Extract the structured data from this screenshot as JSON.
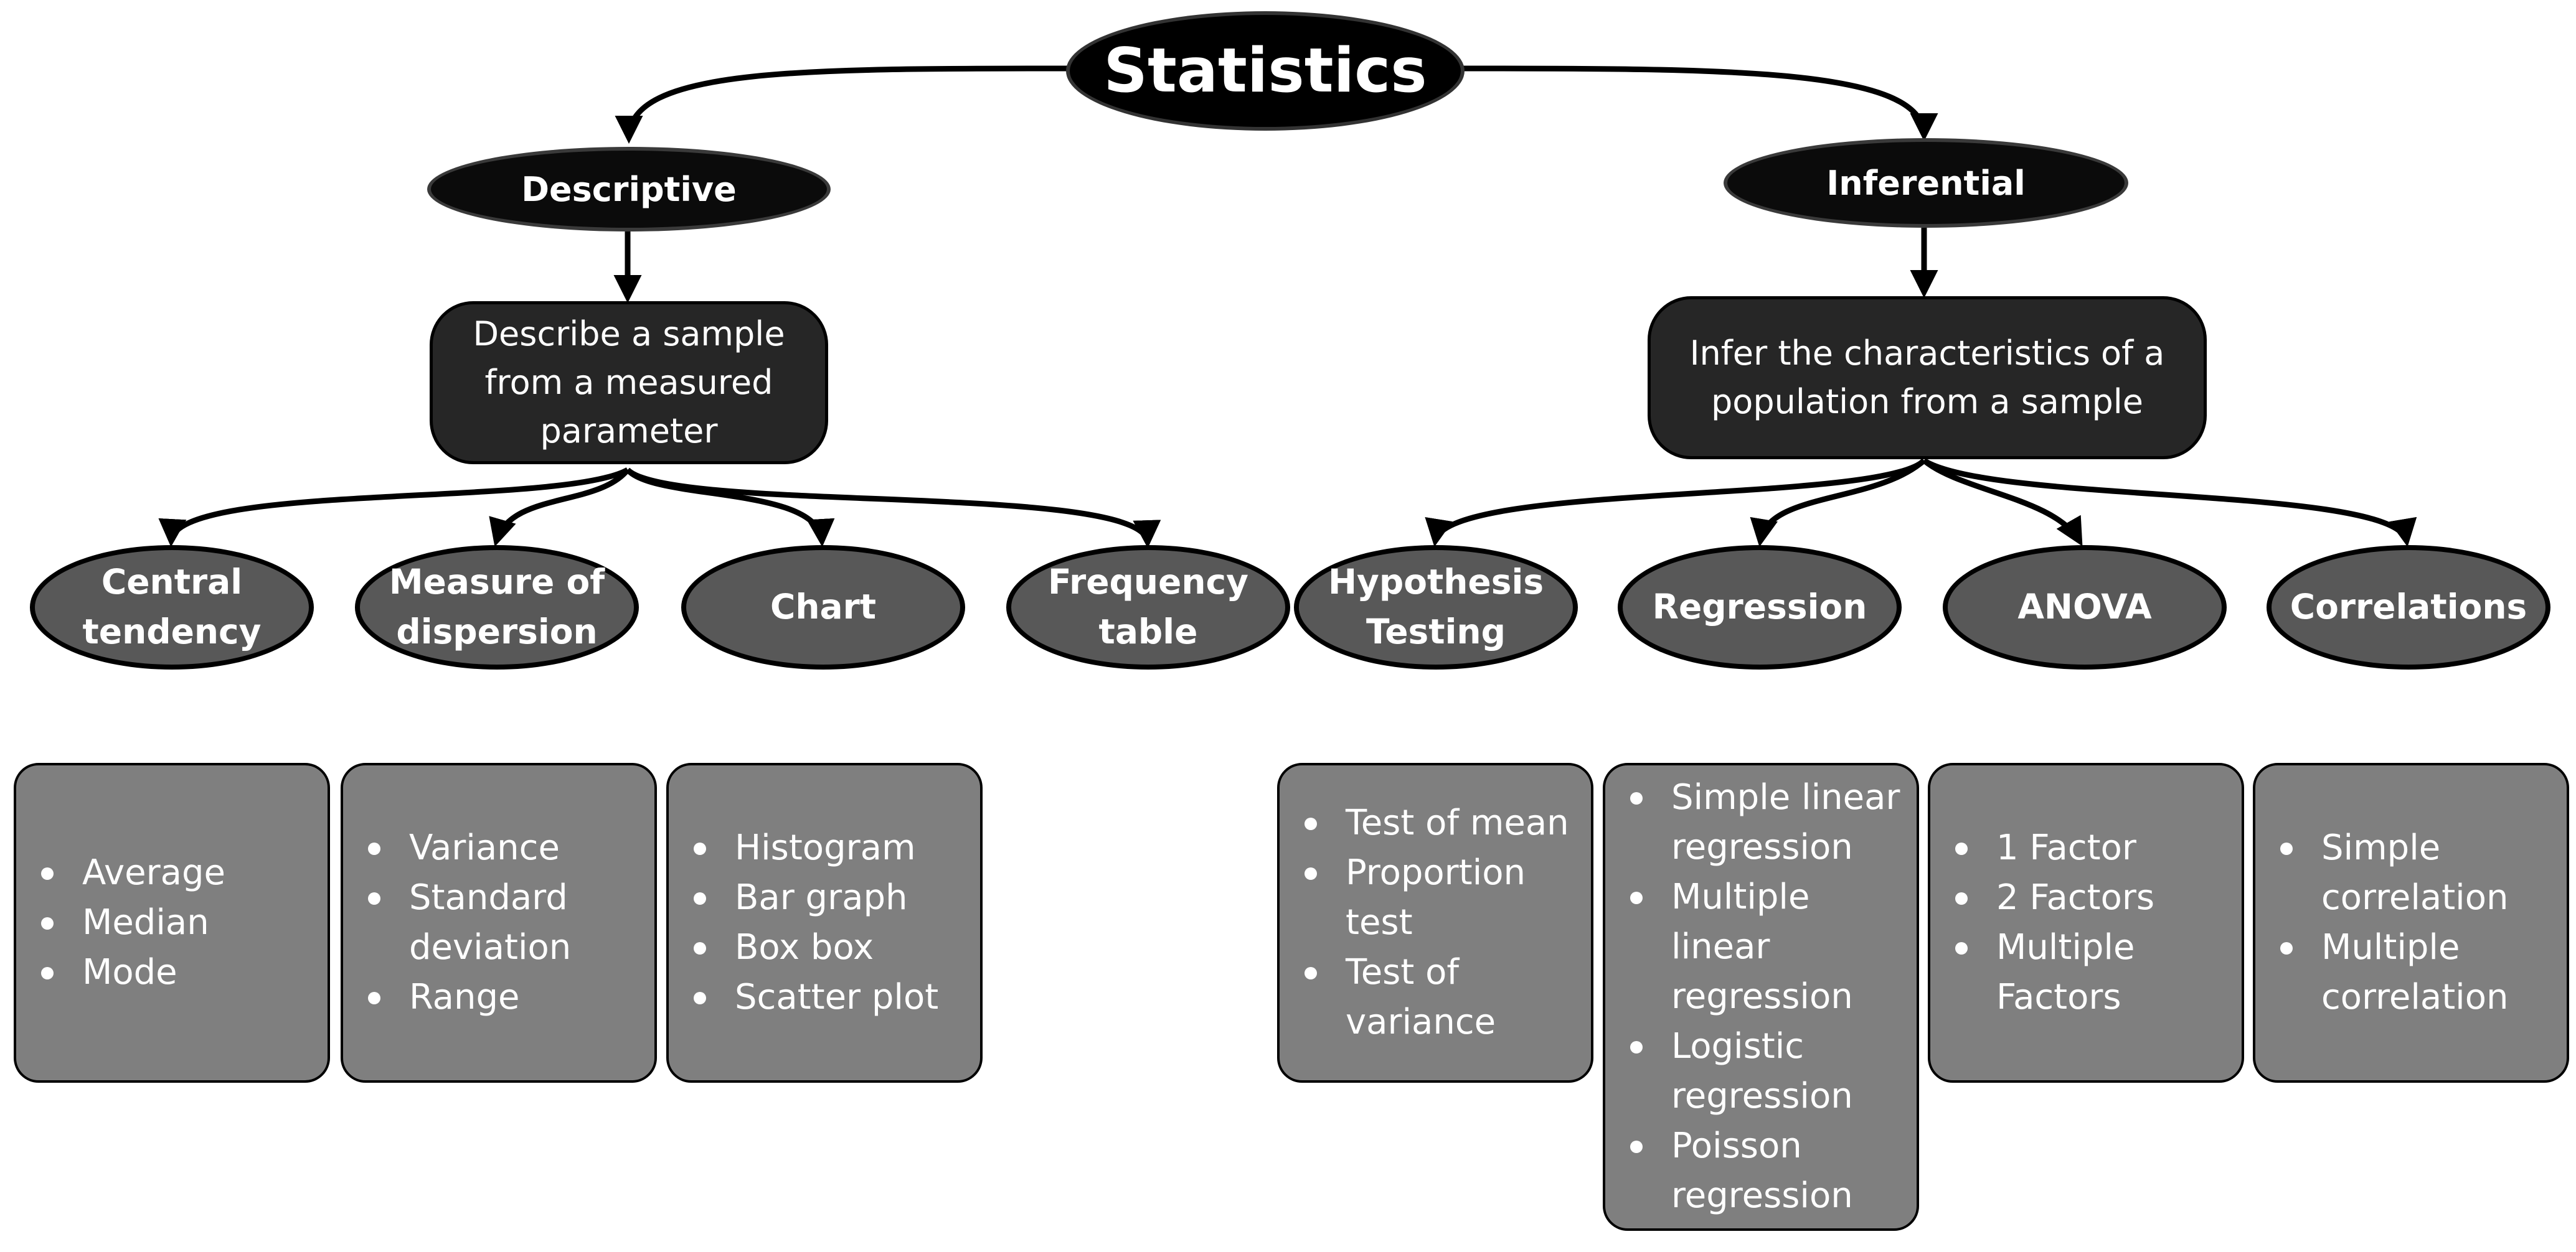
{
  "root": {
    "label": "Statistics"
  },
  "branches": [
    {
      "key": "descriptive",
      "title": "Descriptive",
      "description": [
        "Describe a sample",
        "from a measured",
        "parameter"
      ],
      "categories": [
        {
          "label": [
            "Central",
            "tendency"
          ],
          "items": [
            [
              "Average"
            ],
            [
              "Median"
            ],
            [
              "Mode"
            ]
          ]
        },
        {
          "label": [
            "Measure of",
            "dispersion"
          ],
          "items": [
            [
              "Variance"
            ],
            [
              "Standard",
              "deviation"
            ],
            [
              "Range"
            ]
          ]
        },
        {
          "label": [
            "Chart"
          ],
          "items": [
            [
              "Histogram"
            ],
            [
              "Bar graph"
            ],
            [
              "Box box"
            ],
            [
              "Scatter plot"
            ]
          ]
        },
        {
          "label": [
            "Frequency",
            "table"
          ],
          "items": []
        }
      ]
    },
    {
      "key": "inferential",
      "title": "Inferential",
      "description": [
        "Infer the characteristics of a",
        "population from a sample"
      ],
      "categories": [
        {
          "label": [
            "Hypothesis",
            "Testing"
          ],
          "items": [
            [
              "Test of mean"
            ],
            [
              "Proportion",
              "test"
            ],
            [
              "Test of",
              "variance"
            ]
          ]
        },
        {
          "label": [
            "Regression"
          ],
          "items": [
            [
              "Simple linear",
              "regression"
            ],
            [
              "Multiple",
              "linear",
              "regression"
            ],
            [
              "Logistic",
              "regression"
            ],
            [
              "Poisson",
              "regression"
            ]
          ]
        },
        {
          "label": [
            "ANOVA"
          ],
          "items": [
            [
              "1 Factor"
            ],
            [
              "2 Factors"
            ],
            [
              "Multiple",
              "Factors"
            ]
          ]
        },
        {
          "label": [
            "Correlations"
          ],
          "items": [
            [
              "Simple",
              "correlation"
            ],
            [
              "Multiple",
              "correlation"
            ]
          ]
        }
      ]
    }
  ]
}
